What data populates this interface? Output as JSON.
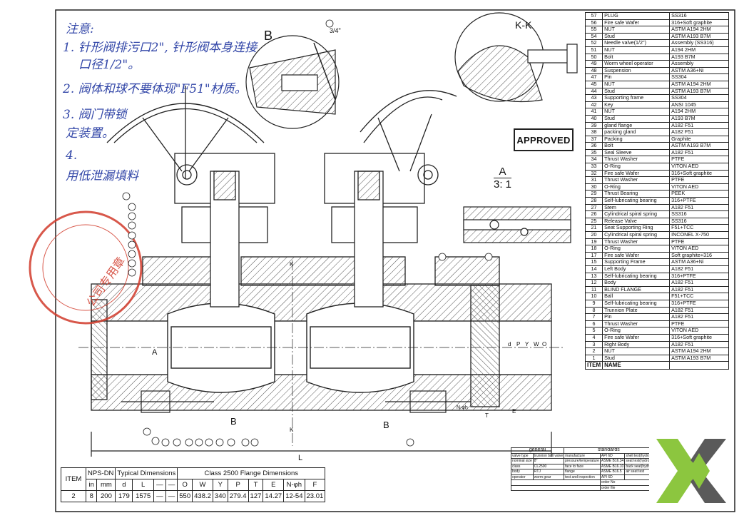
{
  "notes": {
    "title": "注意:",
    "lines": [
      "1. 针形阀排污口2\", 针形阀本身连接",
      "口径1/2\"。",
      "2. 阀体和球不要体现\"F51\"材质。",
      "3. 阀门带锁",
      "定装置。",
      "4.",
      "用低泄漏填料"
    ]
  },
  "labels": {
    "detail_b": "B",
    "size_3_4": "3/4\"",
    "kk": "K-K",
    "approved": "APPROVED",
    "detail_a": "A",
    "scale": "3: 1",
    "a_mark": "A",
    "b_mark_1": "B",
    "b_mark_2": "B",
    "k_top": "K",
    "k_bottom": "K",
    "len_l": "L",
    "seal_text": "公司专用章",
    "dim_letters": [
      "O",
      "W",
      "Y",
      "P",
      "d"
    ],
    "dim_t": "T",
    "dim_e": "E",
    "n_phi_h": "N-φh"
  },
  "bom": {
    "rows": [
      [
        "57",
        "PLUG",
        "SS316"
      ],
      [
        "56",
        "Fire safe Wafer",
        "316+Soft graphite"
      ],
      [
        "55",
        "NUT",
        "ASTM A194 2HM"
      ],
      [
        "54",
        "Stud",
        "ASTM A193 B7M"
      ],
      [
        "52",
        "Needle valve(1/2\")",
        "Assembly (SS316)"
      ],
      [
        "51",
        "NUT",
        "A194 2HM"
      ],
      [
        "50",
        "Bolt",
        "A193 B7M"
      ],
      [
        "49",
        "Worm wheel operator",
        "Assembly"
      ],
      [
        "48",
        "Suspension",
        "ASTM A36+Ni"
      ],
      [
        "47",
        "Pin",
        "SS304"
      ],
      [
        "45",
        "NUT",
        "ASTM A194 2HM"
      ],
      [
        "44",
        "Stud",
        "ASTM A193 B7M"
      ],
      [
        "43",
        "Supporting frame",
        "SS304"
      ],
      [
        "42",
        "Key",
        "ANSI 1045"
      ],
      [
        "41",
        "NUT",
        "A194 2HM"
      ],
      [
        "40",
        "Stud",
        "A193 B7M"
      ],
      [
        "39",
        "gland flange",
        "A182 F51"
      ],
      [
        "38",
        "packing gland",
        "A182 F51"
      ],
      [
        "37",
        "Packing",
        "Graphite"
      ],
      [
        "36",
        "Bolt",
        "ASTM A193 B7M"
      ],
      [
        "35",
        "Seal Sleeve",
        "A182 F51"
      ],
      [
        "34",
        "Thrust  Washer",
        "PTFE"
      ],
      [
        "33",
        "O-Ring",
        "VITON AED"
      ],
      [
        "32",
        "Fire safe Wafer",
        "316+Soft graphite"
      ],
      [
        "31",
        "Thrust  Washer",
        "PTFE"
      ],
      [
        "30",
        "O-Ring",
        "VITON AED"
      ],
      [
        "29",
        "Thrust Bearing",
        "PEEK"
      ],
      [
        "28",
        "Self-lubricating bearing",
        "316+PTFE"
      ],
      [
        "27",
        "Stem",
        "A182 F51"
      ],
      [
        "26",
        "Cylindrical spiral spring",
        "SS316"
      ],
      [
        "25",
        "Release Valve",
        "SS316"
      ],
      [
        "21",
        "Seat Supporting Ring",
        "F51+TCC"
      ],
      [
        "20",
        "Cylindrical spiral spring",
        "INCONEL X-750"
      ],
      [
        "19",
        "Thrust  Washer",
        "PTFE"
      ],
      [
        "18",
        "O-Ring",
        "VITON AED"
      ],
      [
        "17",
        "Fire safe Wafer",
        "Soft graphite+316"
      ],
      [
        "15",
        "Supporting Frame",
        "ASTM A36+Ni"
      ],
      [
        "14",
        "Left Body",
        "A182 F51"
      ],
      [
        "13",
        "Self-lubricating bearing",
        "316+PTFE"
      ],
      [
        "12",
        "Body",
        "A182 F51"
      ],
      [
        "11",
        "BLIND FLANGE",
        "A182 F51"
      ],
      [
        "10",
        "Ball",
        "F51+TCC"
      ],
      [
        "9",
        "Self-lubricating bearing",
        "316+PTFE"
      ],
      [
        "8",
        "Trunnion Plate",
        "A182 F51"
      ],
      [
        "7",
        "Pin",
        "A182 F51"
      ],
      [
        "6",
        "Thrust  Washer",
        "PTFE"
      ],
      [
        "5",
        "O-Ring",
        "VITON AED"
      ],
      [
        "4",
        "Fire safe Wafer",
        "316+Soft graphite"
      ],
      [
        "3",
        "Right Body",
        "A182 F51"
      ],
      [
        "2",
        "NUT",
        "ASTM A194 2HM"
      ],
      [
        "1",
        "Stud",
        "ASTM A193 B7M"
      ]
    ],
    "header": [
      "ITEM",
      "NAME",
      ""
    ]
  },
  "dims": {
    "item_label": "ITEM",
    "nps_dn": "NPS-DN",
    "typical": "Typical Dimensions",
    "flange": "Class 2500 Flange Dimensions",
    "sub": [
      "in",
      "mm",
      "d",
      "L",
      "—",
      "—",
      "O",
      "W",
      "Y",
      "P",
      "T",
      "E",
      "N-φh",
      "F"
    ],
    "row": [
      "2",
      "8",
      "200",
      "179",
      "1575",
      "—",
      "—",
      "550",
      "438.2",
      "340",
      "279.4",
      "127",
      "14.27",
      "12-54",
      "23.01"
    ]
  },
  "standards": {
    "general": "general",
    "standards": "standards",
    "rows": [
      [
        "valve type",
        "trunnion ball valve",
        "manufacture",
        "API 6D",
        "shell test(hydro)"
      ],
      [
        "nominal size",
        "8\"",
        "pressure/temperature",
        "ASME B16.34",
        "seat test(hydro)"
      ],
      [
        "class",
        "CL2500",
        "face to face",
        "ASME B16.10",
        "back seat(hydro)"
      ],
      [
        "body",
        "RTJ",
        "flange",
        "ASME B16.5",
        "air seat test"
      ],
      [
        "operator",
        "worm gear",
        "test and inspection",
        "API 6D",
        ""
      ]
    ],
    "order_no": "order No",
    "order_file": "order file"
  },
  "colors": {
    "ink": "#1a1a1a",
    "hatch": "#555555",
    "note_blue": "#3347a8",
    "seal_red": "#d23c2c",
    "logo_green": "#8cc63f",
    "logo_gray": "#5a5a5a"
  }
}
